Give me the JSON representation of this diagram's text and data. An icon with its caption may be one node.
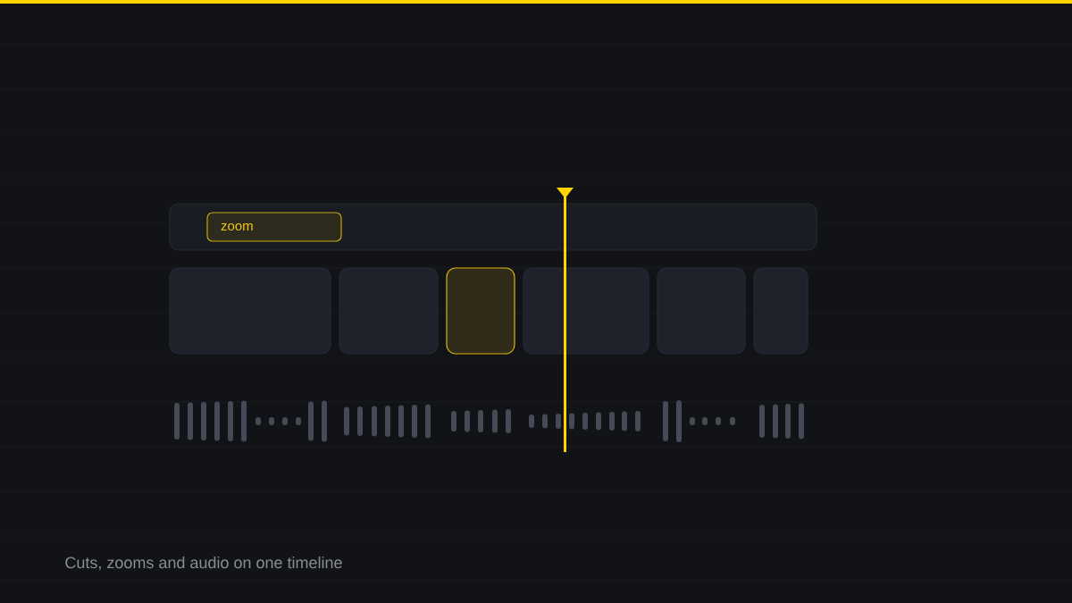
{
  "diagram": {
    "caption": "Cuts, zooms and audio on one timeline",
    "nodes": [
      {
        "text": [],
        "shape": "bar"
      },
      {
        "text": [
          "zoom"
        ],
        "in": 0
      },
      {
        "text": [],
        "shape": "box"
      },
      {
        "text": [],
        "shape": "box"
      },
      {
        "text": [],
        "shape": "box"
      },
      {
        "text": [],
        "shape": "box"
      },
      {
        "text": [],
        "shape": "box"
      },
      {
        "text": [],
        "shape": "box"
      }
    ]
  }
}
